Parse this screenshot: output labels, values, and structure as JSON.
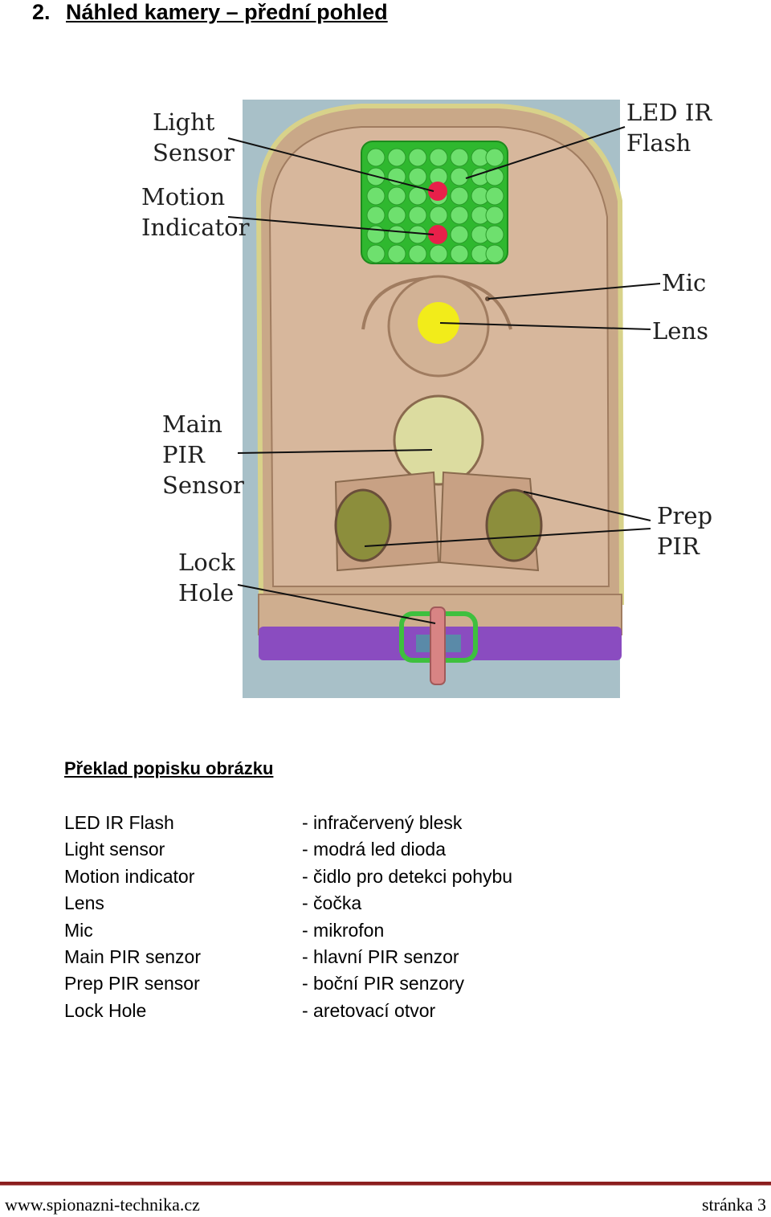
{
  "heading": {
    "number": "2.",
    "title": "Náhled kamery – přední pohled"
  },
  "figure": {
    "labels": {
      "light_sensor": [
        "Light",
        "Sensor"
      ],
      "motion_indicator": [
        "Motion",
        "Indicator"
      ],
      "led_ir_flash": [
        "LED IR",
        "Flash"
      ],
      "mic": "Mic",
      "lens": "Lens",
      "main_pir_sensor": [
        "Main",
        "PIR",
        "Sensor"
      ],
      "prep_pir": [
        "Prep",
        "PIR"
      ],
      "lock_hole": [
        "Lock",
        "Hole"
      ]
    },
    "colors": {
      "body": "#d7b79c",
      "ir_flash": "#3ecf3e",
      "indicator": "#e8204a",
      "lens": "#f2ec1a",
      "pir": "#dcdca0",
      "base": "#8a4cc0",
      "lock": "#d88484",
      "background": "#a8c0c8"
    }
  },
  "translation": {
    "title": "Překlad popisku obrázku",
    "rows": [
      {
        "en": "LED IR Flash",
        "cz": "- infračervený blesk"
      },
      {
        "en": "Light sensor",
        "cz": "- modrá led dioda"
      },
      {
        "en": "Motion indicator",
        "cz": "- čidlo pro detekci pohybu"
      },
      {
        "en": "Lens",
        "cz": "- čočka"
      },
      {
        "en": "Mic",
        "cz": "- mikrofon"
      },
      {
        "en": "Main PIR senzor",
        "cz": "- hlavní PIR senzor"
      },
      {
        "en": "Prep PIR sensor",
        "cz": "- boční PIR senzory"
      },
      {
        "en": "Lock Hole",
        "cz": "- aretovací otvor"
      }
    ]
  },
  "footer": {
    "website": "www.spionazni-technika.cz",
    "page": "stránka 3"
  }
}
